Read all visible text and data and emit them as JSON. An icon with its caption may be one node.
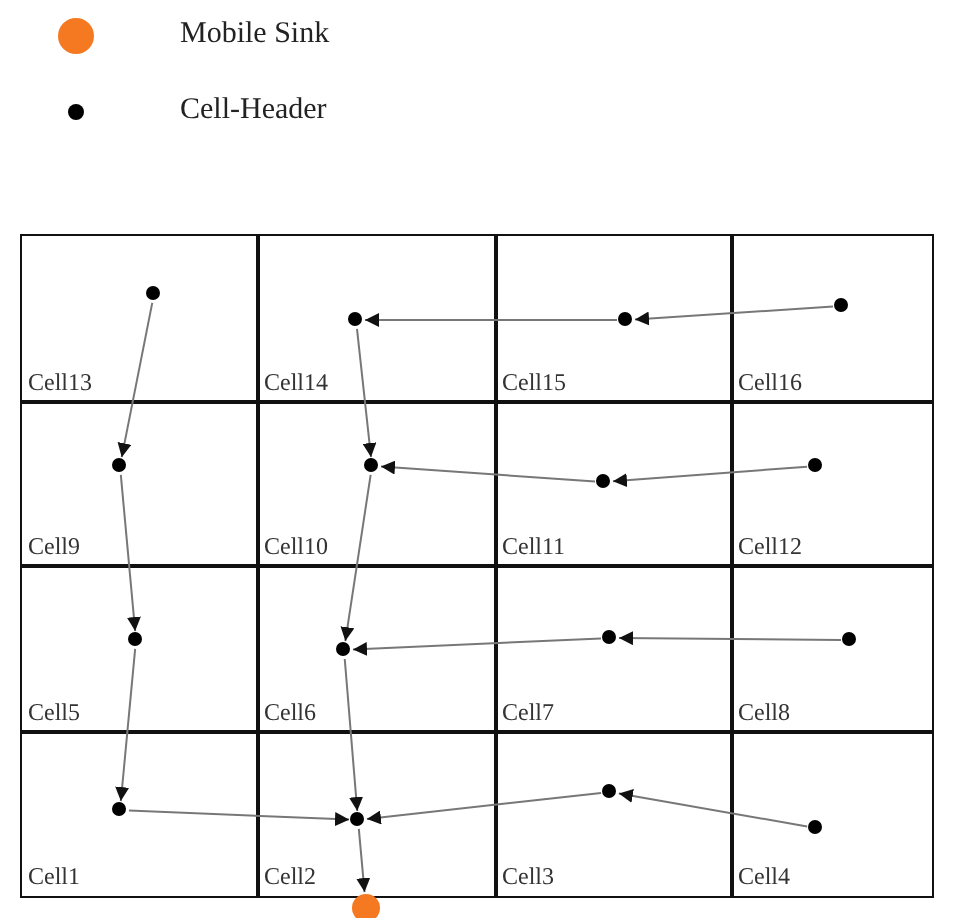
{
  "diagram": {
    "nodes": [
      {
        "text": [
          "Cell13"
        ]
      },
      {
        "text": [],
        "shape": "circle",
        "in": 0
      },
      {
        "text": [
          "Cell14"
        ]
      },
      {
        "text": [],
        "shape": "circle",
        "in": 2
      },
      {
        "text": [
          "Cell15"
        ]
      },
      {
        "text": [],
        "shape": "circle",
        "in": 4
      },
      {
        "text": [
          "Cell16"
        ]
      },
      {
        "text": [],
        "shape": "circle",
        "in": 6
      },
      {
        "text": [
          "Cell9"
        ]
      },
      {
        "text": [],
        "shape": "circle",
        "in": 8
      },
      {
        "text": [
          "Cell10"
        ]
      },
      {
        "text": [],
        "shape": "circle",
        "in": 10
      },
      {
        "text": [
          "Cell11"
        ]
      },
      {
        "text": [],
        "shape": "circle",
        "in": 12
      },
      {
        "text": [
          "Cell12"
        ]
      },
      {
        "text": [],
        "shape": "circle",
        "in": 14
      },
      {
        "text": [
          "Cell5"
        ]
      },
      {
        "text": [],
        "shape": "circle",
        "in": 16
      },
      {
        "text": [
          "Cell6"
        ]
      },
      {
        "text": [],
        "shape": "circle",
        "in": 18
      },
      {
        "text": [
          "Cell7"
        ]
      },
      {
        "text": [],
        "shape": "circle",
        "in": 20
      },
      {
        "text": [
          "Cell8"
        ]
      },
      {
        "text": [],
        "shape": "circle",
        "in": 22
      },
      {
        "text": [
          "Cell1"
        ]
      },
      {
        "text": [],
        "shape": "circle",
        "in": 24
      },
      {
        "text": [
          "Cell2"
        ]
      },
      {
        "text": [],
        "shape": "circle",
        "in": 26
      },
      {
        "text": [
          "Cell3"
        ]
      },
      {
        "text": [],
        "shape": "circle",
        "in": 28
      },
      {
        "text": [
          "Cell4"
        ]
      },
      {
        "text": [],
        "shape": "circle",
        "in": 30
      },
      {
        "text": [],
        "shape": "circle"
      }
    ],
    "edges": [
      {
        "from": 1,
        "to": 9,
        "arrow": "to"
      },
      {
        "from": 9,
        "to": 17,
        "arrow": "to"
      },
      {
        "from": 17,
        "to": 25,
        "arrow": "to"
      },
      {
        "from": 25,
        "to": 27,
        "arrow": "to"
      },
      {
        "from": 7,
        "to": 5,
        "arrow": "to"
      },
      {
        "from": 5,
        "to": 3,
        "arrow": "to"
      },
      {
        "from": 3,
        "to": 11,
        "arrow": "to"
      },
      {
        "from": 11,
        "to": 19,
        "arrow": "to"
      },
      {
        "from": 19,
        "to": 27,
        "arrow": "to"
      },
      {
        "from": 15,
        "to": 13,
        "arrow": "to"
      },
      {
        "from": 13,
        "to": 11,
        "arrow": "to"
      },
      {
        "from": 23,
        "to": 21,
        "arrow": "to"
      },
      {
        "from": 21,
        "to": 19,
        "arrow": "to"
      },
      {
        "from": 31,
        "to": 29,
        "arrow": "to"
      },
      {
        "from": 29,
        "to": 27,
        "arrow": "to"
      },
      {
        "from": 27,
        "to": 32,
        "arrow": "to"
      }
    ],
    "legend": [
      {
        "text": "Mobile Sink",
        "color": "#f47920"
      },
      {
        "text": "Cell-Header",
        "color": "#000000"
      }
    ]
  }
}
